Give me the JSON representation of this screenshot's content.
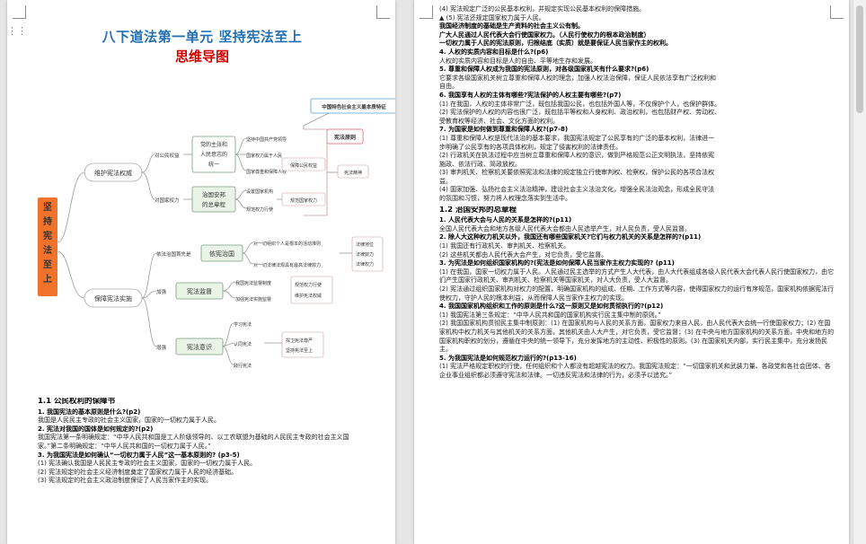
{
  "left": {
    "title_line1": "八下道法第一单元    坚持宪法至上",
    "title_line2": "思维导图",
    "mindmap": {
      "root": "坚持宪法至上",
      "top_right_label": "中国特色社会主义最本质特征",
      "b1": "维护宪法权威",
      "b1_sub1": "对公民权益",
      "b1_sub1_box": [
        "党的主张和",
        "人民意志的",
        "统一"
      ],
      "b1_sub1_items": [
        "坚持中国共产党领导",
        "国家权力属于人民",
        "国家尊重和保障人权"
      ],
      "b1_sub2": "对国家权力",
      "b1_sub2_box": [
        "治国安邦",
        "的总章程"
      ],
      "b1_sub2_items": [
        "设置国家机构",
        "规范权力行使"
      ],
      "b1_principle": "宪法原则",
      "b1_right": [
        "保障公民权益",
        "规范国家权力",
        "宪法精神"
      ],
      "b2": "保障宪法实施",
      "b2_sub1": "依法治国首先是",
      "b2_sub1_box": "依宪治国",
      "b2_sub1_items": [
        "对一切组织个人是根本的活动准则",
        "对一切法律法规具有最高法律效力"
      ],
      "b2_sub1_right": [
        "法律地位",
        "法律效力",
        "法律权力"
      ],
      "b2_sub2": "加强",
      "b2_sub2_box": "宪法监督",
      "b2_sub2_items": [
        "我国宪法监督制度",
        "加强宪法实施监督"
      ],
      "b2_sub2_right": [
        "规范权力行使",
        "维护宪法权威"
      ],
      "b2_sub3": "增强",
      "b2_sub3_box": "宪法意识",
      "b2_sub3_items": [
        "学习宪法",
        "认同宪法",
        "践行宪法"
      ],
      "b2_sub3_right": [
        "捍卫宪法尊严",
        "坚持宪法至上"
      ]
    },
    "section_heading": "1.1   公民权利的保障书",
    "lines": [
      {
        "t": "1. 我国宪法的基本原则是什么?(p2)",
        "b": true
      },
      {
        "t": "我国是人民民主专政的社会主义国家，国家的一切权力属于人民。",
        "b": false
      },
      {
        "t": "2. 宪法对我国的国体是如何规定的?(p2)",
        "b": true
      },
      {
        "t": "我国宪法第一条明确规定：“中华人民共和国是工人阶级领导的、以工农联盟为基础的人民民主专政的社会主义国",
        "b": false
      },
      {
        "t": "家。”第二条明确规定：“中华人民共和国的一切权力属于人民。”",
        "b": false
      },
      {
        "t": "3. 为我国宪法是如何确认“一切权力属于人民”这一基本原则的?  (p3-5)",
        "b": true
      },
      {
        "t": "(1) 宪法确认我国是人民民主专政的社会主义国家，国家的一切权力属于人民。",
        "b": false
      },
      {
        "t": "(2) 宪法规定的社会主义经济制度奠定了国家权力属于人民的经济基础。",
        "b": false
      },
      {
        "t": "(3) 宪法规定的社会主义政治制度保证了人民当家作主的实现。",
        "b": false
      }
    ]
  },
  "right": {
    "lines": [
      {
        "t": "(4) 宪法规定广泛的公民基本权利，并规定实现公民基本权利的保障措施。",
        "k": "n"
      },
      {
        "t": "▲ (5) 宪法还规定国家权力属于人民。",
        "k": "n"
      },
      {
        "t": "我国经济制度的基础是生产资料的社会主义公有制。",
        "k": "b"
      },
      {
        "t": "广大人民通过人民代表大会行使国家权力。（人民行使权力的根本政治制度）",
        "k": "b"
      },
      {
        "t": "一切权力属于人民的宪法原则，归根结底（实质）就是要保证人民当家作主的权利。",
        "k": "b"
      },
      {
        "t": "4. 人权的实质内容和目标是什么?(p6)",
        "k": "b"
      },
      {
        "t": "人权的实质内容和目标是人的自由、平等地生存和发展。",
        "k": "n"
      },
      {
        "t": "5. 尊重和保障人权成为我国的宪法原则，对各级国家机关有什么要求?(p6)",
        "k": "b"
      },
      {
        "t": "它要求各级国家机关树立尊重和保障人权的理念，加强人权法治保障，保证人民依法享有广泛权利和",
        "k": "n"
      },
      {
        "t": "自由。",
        "k": "n"
      },
      {
        "t": "6. 我国享有人权的主体有哪些?宪法保护的人权主要有哪些?(p7)",
        "k": "b"
      },
      {
        "t": "(1) 在我国，人权的主体非常广泛，既包括我国公民，也包括外国人等，不仅保护个人，也保护群体。",
        "k": "n"
      },
      {
        "t": "(2) 宪法保护的人权的内容也很广泛，既包括平等权和人身权利、政治权利，也包括财产权、劳动权、",
        "k": "n"
      },
      {
        "t": "受教育权等经济、社会、文化方面的权利。",
        "k": "n"
      },
      {
        "t": "7. 为国家是如何做到尊重和保障人权?(p7-8)",
        "k": "b"
      },
      {
        "t": "(1) 尊重和保障人权是现代法治的基本要求，我国宪法规定了公民享有的广泛的基本权利，法律进一",
        "k": "n"
      },
      {
        "t": "步明确了公民享有的各项具体权利，规定了侵害权利的法律责任。",
        "k": "n"
      },
      {
        "t": "(2) 行政机关在执法过程中应当树立尊重和保障人权的意识，做到严格规范公正文明执法，坚持依宪",
        "k": "n"
      },
      {
        "t": "施政、依法行政、简政放权。",
        "k": "n"
      },
      {
        "t": "(3) 审判机关、检察机关要依照宪法和法律的规定独立行使审判权、检察权，保护公民的各项合法权",
        "k": "n"
      },
      {
        "t": "益。",
        "k": "n"
      },
      {
        "t": "(4) 国家加强、弘扬社会主义法治精神，建设社会主义法治文化，增强全民法治观念，形成全民守法",
        "k": "n"
      },
      {
        "t": "的氛围和习惯，努力将人权理念落实到生活中。",
        "k": "n"
      },
      {
        "t": "1.2   治国安邦的总章程",
        "k": "h"
      },
      {
        "t": "1. 人民代表大会与人民的关系是怎样的?(p11)",
        "k": "b"
      },
      {
        "t": "全国人民代表大会和地方各级人民代表大会都由人民选举产生，对人民负责，受人民监督。",
        "k": "n"
      },
      {
        "t": "2. 除人大这种权力机关以外，我国还有哪些国家机关?它们与权力机关的关系是怎样的?(p11)",
        "k": "b"
      },
      {
        "t": "(1) 我国还有行政机关、审判机关、检察机关。",
        "k": "n"
      },
      {
        "t": "(2) 这些机关都由人民代表大会产生，对它负责，受它监督。",
        "k": "n"
      },
      {
        "t": "3. 为宪法是如何组织国家机构的?(宪法是如何保障人民当家作主权力实现的?  (p11)",
        "k": "b"
      },
      {
        "t": "(1) 在我国，国家一切权力属于人民。人民通过民主选举的方式产生人大代表，由人大代表组成各级人民代表大会代表人民行使国家权力，由它们产生国家行政机关、审判机关、检察机关等国家机关，对人大负责，受人大监督。",
        "k": "n"
      },
      {
        "t": "(2) 宪法通过组织国家机构对权力的配置，明确国家机构的组成、任期、工作方式等内容，使得国家权力的运行有序规范，国家机构依据宪法行使权力，守护人民的根本利益，从而保障人民当家作主权力的实现。",
        "k": "n"
      },
      {
        "t": "4. 我国国家机构组织和工作的原则是什么?这一原则又是如何贯彻执行的?(p12)",
        "k": "b"
      },
      {
        "t": "(1) 我国宪法第三条规定：“中华人民共和国的国家机构实行民主集中制的原则。”",
        "k": "n"
      },
      {
        "t": "(2) 我国国家机构贯彻民主集中制原则：(1) 在国家机构与人民的关系方面，国家权力来自人民，由人民代表大会统一行使国家权力；(2) 在国家机构中权力机关与其他机关的关系方面，其他机关由人大产生，对它负责，受它监督；(3) 在中央与地方国家机构的关系方面，中央和地方的国家机构职权的划分，遵循在中央的统一领导下，充分发挥地方的主动性、积极性的原则。(3) 在国家机关内部，实行民主集中，充分发扬民主。",
        "k": "n"
      },
      {
        "t": "5. 为我国宪法是如何规范权力运行的?(p13-16)",
        "k": "b"
      },
      {
        "t": "(1) 宪法严格规定职权的行使，任何组织和个人都没有超越宪法的权力。我国宪法规定：“一切国家机关和武装力量、各政党和各社会团体、各企业事业组织都必须遵守宪法和法律。一切违反宪法和法律的行为，必须予以追究。”",
        "k": "n"
      }
    ]
  }
}
